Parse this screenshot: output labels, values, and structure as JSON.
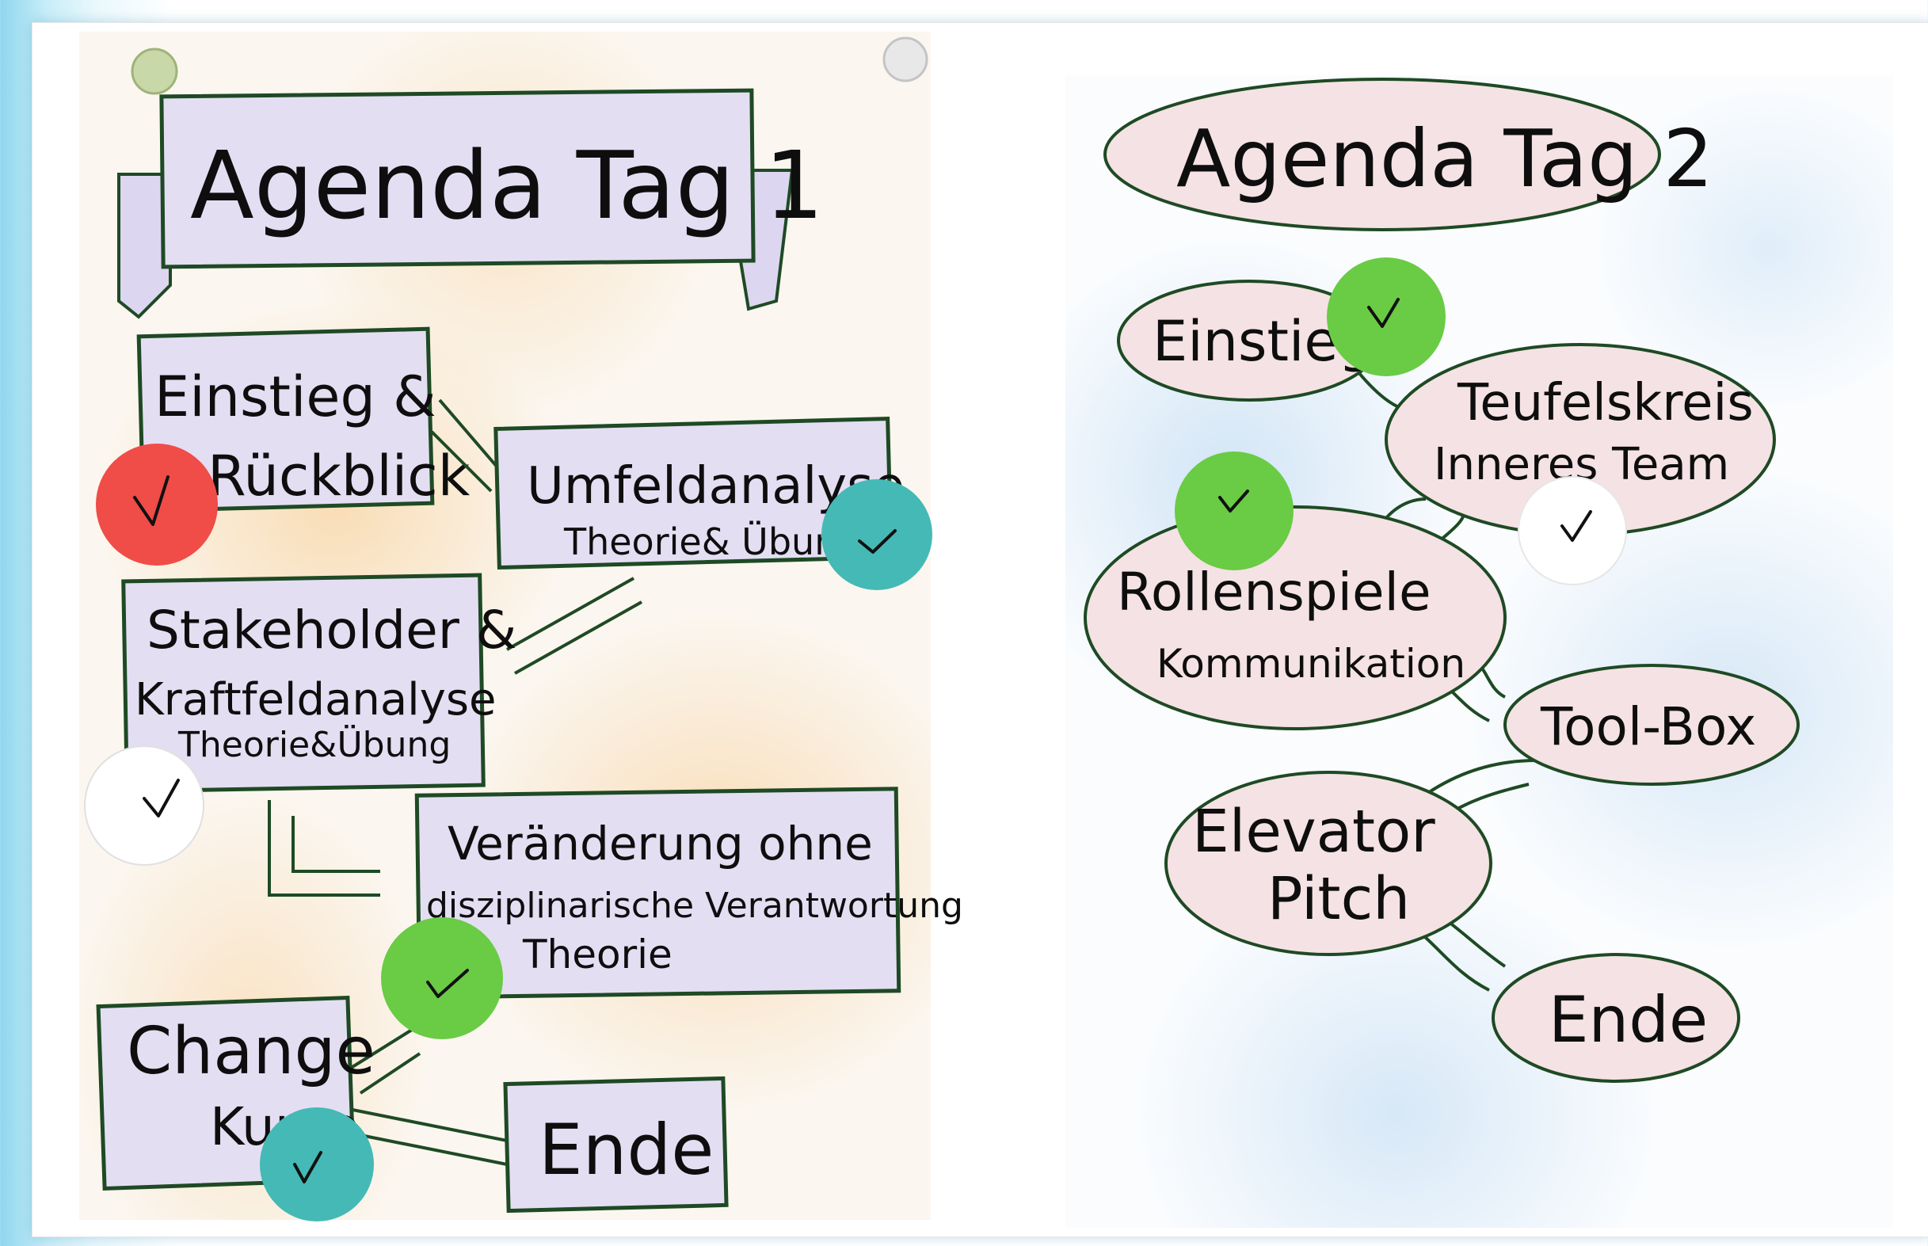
{
  "day1": {
    "title": "Agenda Tag 1",
    "items": {
      "einstieg_line1": "Einstieg &",
      "einstieg_line2": "Rückblick",
      "umfeld_line1": "Umfeldanalyse",
      "umfeld_line2": "Theorie& Übung",
      "stakeholder_line1": "Stakeholder &",
      "stakeholder_line2": "Kraftfeldanalyse",
      "stakeholder_line3": "Theorie&Übung",
      "veraenderung_line1": "Veränderung ohne",
      "veraenderung_line2": "disziplinarische Verantwortung",
      "veraenderung_line3": "Theorie",
      "change_line1": "Change",
      "change_line2": "Kurve",
      "ende": "Ende"
    }
  },
  "day2": {
    "title": "Agenda Tag 2",
    "items": {
      "einstieg": "Einstieg",
      "teufelskreis_line1": "Teufelskreis",
      "teufelskreis_line2": "Inneres Team",
      "rollenspiele_line1": "Rollenspiele",
      "rollenspiele_line2": "Kommunikation",
      "toolbox": "Tool-Box",
      "elevator_line1": "Elevator",
      "elevator_line2": "Pitch",
      "ende": "Ende"
    }
  },
  "colors": {
    "marker_green": "#1e4a24",
    "box_fill_day1": "#e4def3",
    "bubble_fill_day2": "#f5e2e4",
    "dot_red": "#f04c48",
    "dot_teal": "#45b9b5",
    "dot_green": "#6acb45",
    "dot_white": "#ffffff",
    "pin_green": "#c8d8a8",
    "pin_white": "#e8e8e8"
  },
  "stickers": [
    {
      "id": "red",
      "icon": "check-icon"
    },
    {
      "id": "teal-1",
      "icon": "check-icon"
    },
    {
      "id": "white-1",
      "icon": "check-icon"
    },
    {
      "id": "green-1",
      "icon": "check-icon"
    },
    {
      "id": "teal-2",
      "icon": "check-icon"
    },
    {
      "id": "green-2",
      "icon": "check-icon"
    },
    {
      "id": "green-3",
      "icon": "check-icon"
    },
    {
      "id": "white-2",
      "icon": "check-icon"
    }
  ]
}
